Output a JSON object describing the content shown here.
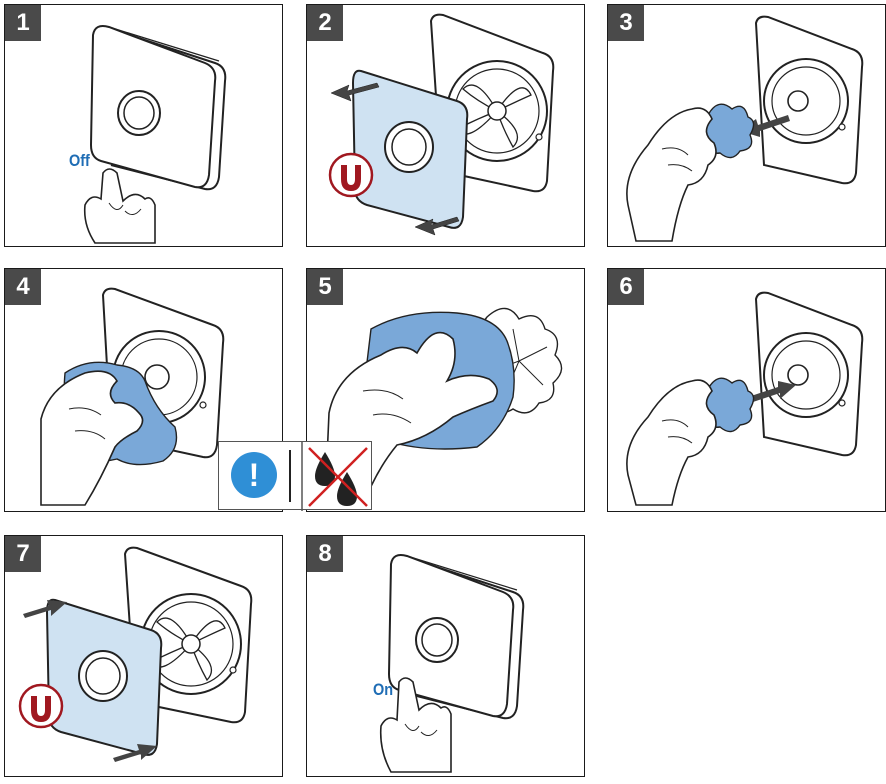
{
  "colors": {
    "step_badge": "#4a4a4a",
    "blue_fill": "#cfe2f2",
    "cloth_blue": "#7aa8d8",
    "label_blue": "#1f6db5",
    "magnet_red": "#a01820",
    "warning_blue": "#2f8fd6",
    "cross_red": "#d02020"
  },
  "steps": [
    {
      "number": "1",
      "label": "Off"
    },
    {
      "number": "2"
    },
    {
      "number": "3"
    },
    {
      "number": "4"
    },
    {
      "number": "5"
    },
    {
      "number": "6"
    },
    {
      "number": "7"
    },
    {
      "number": "8",
      "label": "On"
    }
  ],
  "warning": {
    "icons": [
      "info-exclamation-icon",
      "no-water-drops-icon"
    ],
    "exclamation": "!"
  }
}
